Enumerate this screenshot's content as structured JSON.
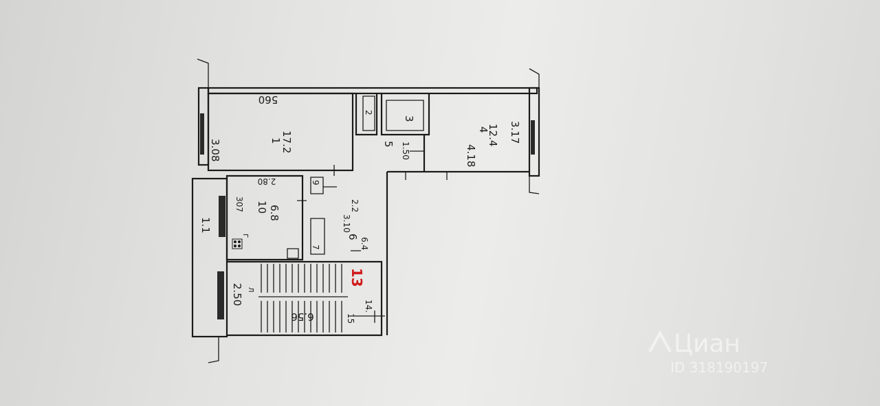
{
  "floor_plan": {
    "rooms": [
      {
        "number": "1",
        "area": "17.2",
        "dim_a": "560",
        "dim_b": "3.08"
      },
      {
        "number": "2",
        "area": ""
      },
      {
        "number": "3",
        "area": ""
      },
      {
        "number": "4",
        "area": "12.4",
        "dim_a": "4.18",
        "dim_b": "3.17"
      },
      {
        "number": "5",
        "area": "",
        "dim_a": "1.50"
      },
      {
        "number": "6",
        "area": "6.4",
        "dim_a": "3.10",
        "dim_b": "2.2"
      },
      {
        "number": "10",
        "area": "6.8",
        "dim_a": "307",
        "dim_b": "2.80"
      }
    ],
    "misc_labels": {
      "kitchen_code": "г",
      "small_a": "7",
      "small_b": "9",
      "stair_width": "6.56",
      "left_dim": "2.50",
      "left_small": "л",
      "outer_left": "1.1",
      "stair_15": "15",
      "stair_14": "14."
    },
    "apartment_number": "13"
  },
  "watermark": {
    "brand": "Циан",
    "id_text": "ID 318190197"
  }
}
